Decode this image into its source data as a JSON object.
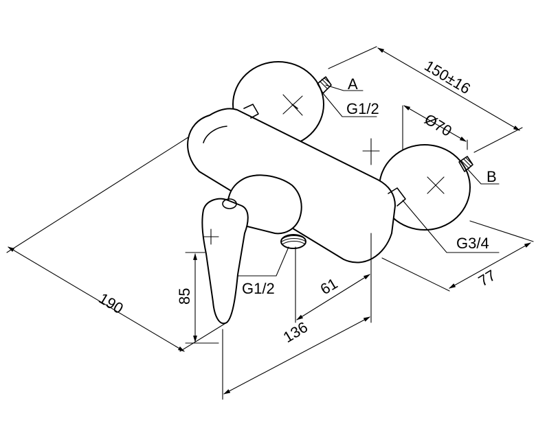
{
  "dimensions": {
    "width_190": "190",
    "height_85": "85",
    "len_61": "61",
    "len_136": "136",
    "depth_77": "77",
    "span_150": "150±16",
    "dia_70": "Ø70"
  },
  "thread_labels": {
    "top_inlet": "G1/2",
    "bottom_inlet": "G1/2",
    "outlet": "G3/4"
  },
  "inlet_labels": {
    "a": "A",
    "b": "B"
  }
}
